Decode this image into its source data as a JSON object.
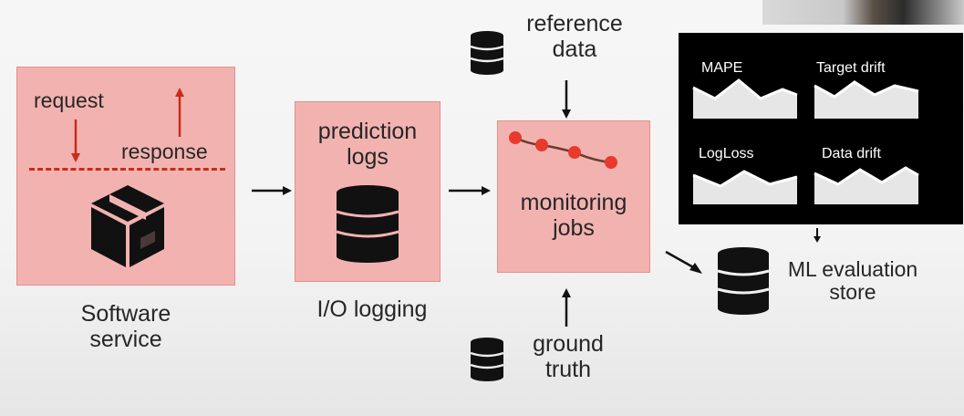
{
  "software_service": {
    "request_label": "request",
    "response_label": "response",
    "caption": "Software\nservice",
    "package_icon": "package-box-icon"
  },
  "io_logging": {
    "box_label": "prediction\nlogs",
    "caption": "I/O logging",
    "icon": "database-icon"
  },
  "monitoring": {
    "box_label": "monitoring\njobs",
    "icon": "pipeline-nodes-icon"
  },
  "reference_data": {
    "label": "reference\ndata",
    "icon": "database-icon"
  },
  "ground_truth": {
    "label": "ground\ntruth",
    "icon": "database-icon"
  },
  "evaluation_store": {
    "label": "ML evaluation\nstore",
    "icon": "database-icon"
  },
  "metrics_panel": {
    "metrics": [
      "MAPE",
      "Target drift",
      "LogLoss",
      "Data drift"
    ]
  },
  "colors": {
    "box_fill": "#f2b3b0",
    "accent_red": "#cc2a1c",
    "node_red": "#e83a2c",
    "panel_bg": "#000000"
  }
}
